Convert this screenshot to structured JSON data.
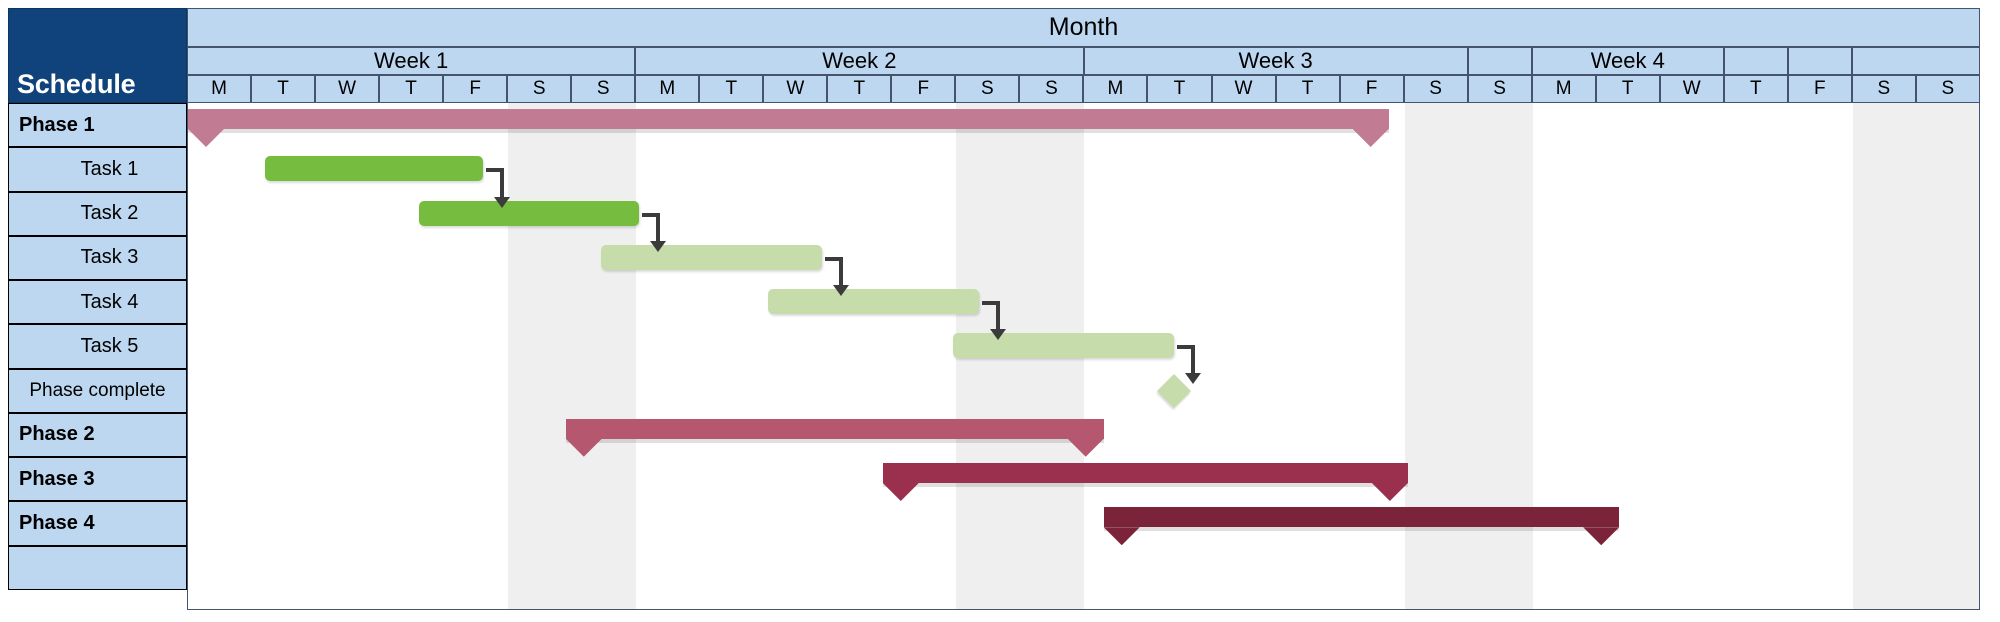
{
  "header": {
    "corner_label": "Schedule",
    "month_label": "Month",
    "weeks": [
      {
        "label": "Week 1",
        "span": 7
      },
      {
        "label": "Week 2",
        "span": 7
      },
      {
        "label": "Week 3",
        "span": 6
      },
      {
        "label": "",
        "span": 1
      },
      {
        "label": "Week 4",
        "span": 3
      },
      {
        "label": "",
        "span": 1
      },
      {
        "label": "",
        "span": 1
      },
      {
        "label": "",
        "span": 2
      }
    ],
    "days": [
      "M",
      "T",
      "W",
      "T",
      "F",
      "S",
      "S",
      "M",
      "T",
      "W",
      "T",
      "F",
      "S",
      "S",
      "M",
      "T",
      "W",
      "T",
      "F",
      "S",
      "S",
      "M",
      "T",
      "W",
      "T",
      "F",
      "S",
      "S"
    ],
    "weekend_day_indices": [
      5,
      6,
      12,
      13,
      19,
      20,
      26,
      27
    ]
  },
  "rows": [
    {
      "label": "Phase 1",
      "type": "phase"
    },
    {
      "label": "Task 1",
      "type": "task"
    },
    {
      "label": "Task 2",
      "type": "task"
    },
    {
      "label": "Task 3",
      "type": "task"
    },
    {
      "label": "Task 4",
      "type": "task"
    },
    {
      "label": "Task 5",
      "type": "task"
    },
    {
      "label": "Phase complete",
      "type": "milestone"
    },
    {
      "label": "Phase 2",
      "type": "phase"
    },
    {
      "label": "Phase 3",
      "type": "phase"
    },
    {
      "label": "Phase 4",
      "type": "phase"
    },
    {
      "label": "",
      "type": "blank"
    }
  ],
  "chart_data": {
    "type": "gantt",
    "title": "Schedule",
    "timescale": "Month",
    "day_count": 28,
    "day_labels": [
      "M",
      "T",
      "W",
      "T",
      "F",
      "S",
      "S",
      "M",
      "T",
      "W",
      "T",
      "F",
      "S",
      "S",
      "M",
      "T",
      "W",
      "T",
      "F",
      "S",
      "S",
      "M",
      "T",
      "W",
      "T",
      "F",
      "S",
      "S"
    ],
    "week_labels": [
      "Week 1",
      "Week 2",
      "Week 3",
      "Week 4"
    ],
    "tasks": [
      {
        "name": "Phase 1",
        "row": 0,
        "kind": "summary",
        "start_day": 0.0,
        "end_day": 18.75,
        "color": "#C17B93"
      },
      {
        "name": "Task 1",
        "row": 1,
        "kind": "task",
        "start_day": 1.2,
        "end_day": 4.6,
        "color": "#76BC3F"
      },
      {
        "name": "Task 2",
        "row": 2,
        "kind": "task",
        "start_day": 3.6,
        "end_day": 7.05,
        "color": "#76BC3F"
      },
      {
        "name": "Task 3",
        "row": 3,
        "kind": "task",
        "start_day": 6.45,
        "end_day": 9.9,
        "color": "#C6DCAB"
      },
      {
        "name": "Task 4",
        "row": 4,
        "kind": "task",
        "start_day": 9.05,
        "end_day": 12.35,
        "color": "#C6DCAB"
      },
      {
        "name": "Task 5",
        "row": 5,
        "kind": "task",
        "start_day": 11.95,
        "end_day": 15.4,
        "color": "#C6DCAB"
      },
      {
        "name": "Phase complete",
        "row": 6,
        "kind": "milestone",
        "start_day": 15.4,
        "end_day": 15.4,
        "color": "#C6DCAB"
      },
      {
        "name": "Phase 2",
        "row": 7,
        "kind": "summary",
        "start_day": 5.9,
        "end_day": 14.3,
        "color": "#B5576F"
      },
      {
        "name": "Phase 3",
        "row": 8,
        "kind": "summary",
        "start_day": 10.85,
        "end_day": 19.05,
        "color": "#9B2F4E"
      },
      {
        "name": "Phase 4",
        "row": 9,
        "kind": "summary",
        "start_day": 14.3,
        "end_day": 22.35,
        "color": "#7B2338"
      }
    ],
    "dependencies": [
      {
        "from": "Task 1",
        "to": "Task 2"
      },
      {
        "from": "Task 2",
        "to": "Task 3"
      },
      {
        "from": "Task 3",
        "to": "Task 4"
      },
      {
        "from": "Task 4",
        "to": "Task 5"
      },
      {
        "from": "Task 5",
        "to": "Phase complete"
      }
    ],
    "colors": {
      "header_fill": "#BDD7F1",
      "corner_fill": "#10427B",
      "weekend_fill": "#EFEFEF",
      "grid_line": "#44546A",
      "arrow": "#3B3B3B"
    }
  }
}
